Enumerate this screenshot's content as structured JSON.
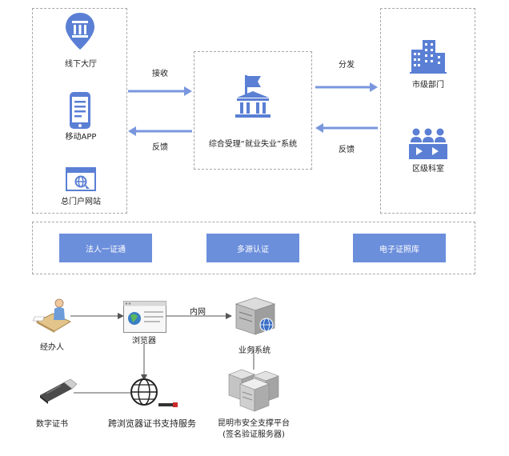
{
  "top": {
    "left_channels": [
      "线下大厅",
      "移动APP",
      "总门户网站"
    ],
    "center_system": "综合受理“就业失业”系统",
    "right_units": [
      "市级部门",
      "区级科室"
    ],
    "arrows": {
      "receive": "接收",
      "feedback_left": "反馈",
      "distribute": "分发",
      "feedback_right": "反馈"
    },
    "bottom_buttons": [
      "法人一证通",
      "多源认证",
      "电子证照库"
    ]
  },
  "bottom": {
    "operator": "经办人",
    "browser": "浏览器",
    "intranet": "内网",
    "business_system": "业务系统",
    "digital_cert": "数字证书",
    "cross_browser_service": "跨浏览器证书支持服务",
    "security_platform_line1": "昆明市安全支撑平台",
    "security_platform_line2": "(签名验证服务器)"
  },
  "colors": {
    "accent": "#6c8fdc",
    "icon": "#5a7fd4",
    "line": "#555555",
    "dash": "#a7a7a7"
  }
}
